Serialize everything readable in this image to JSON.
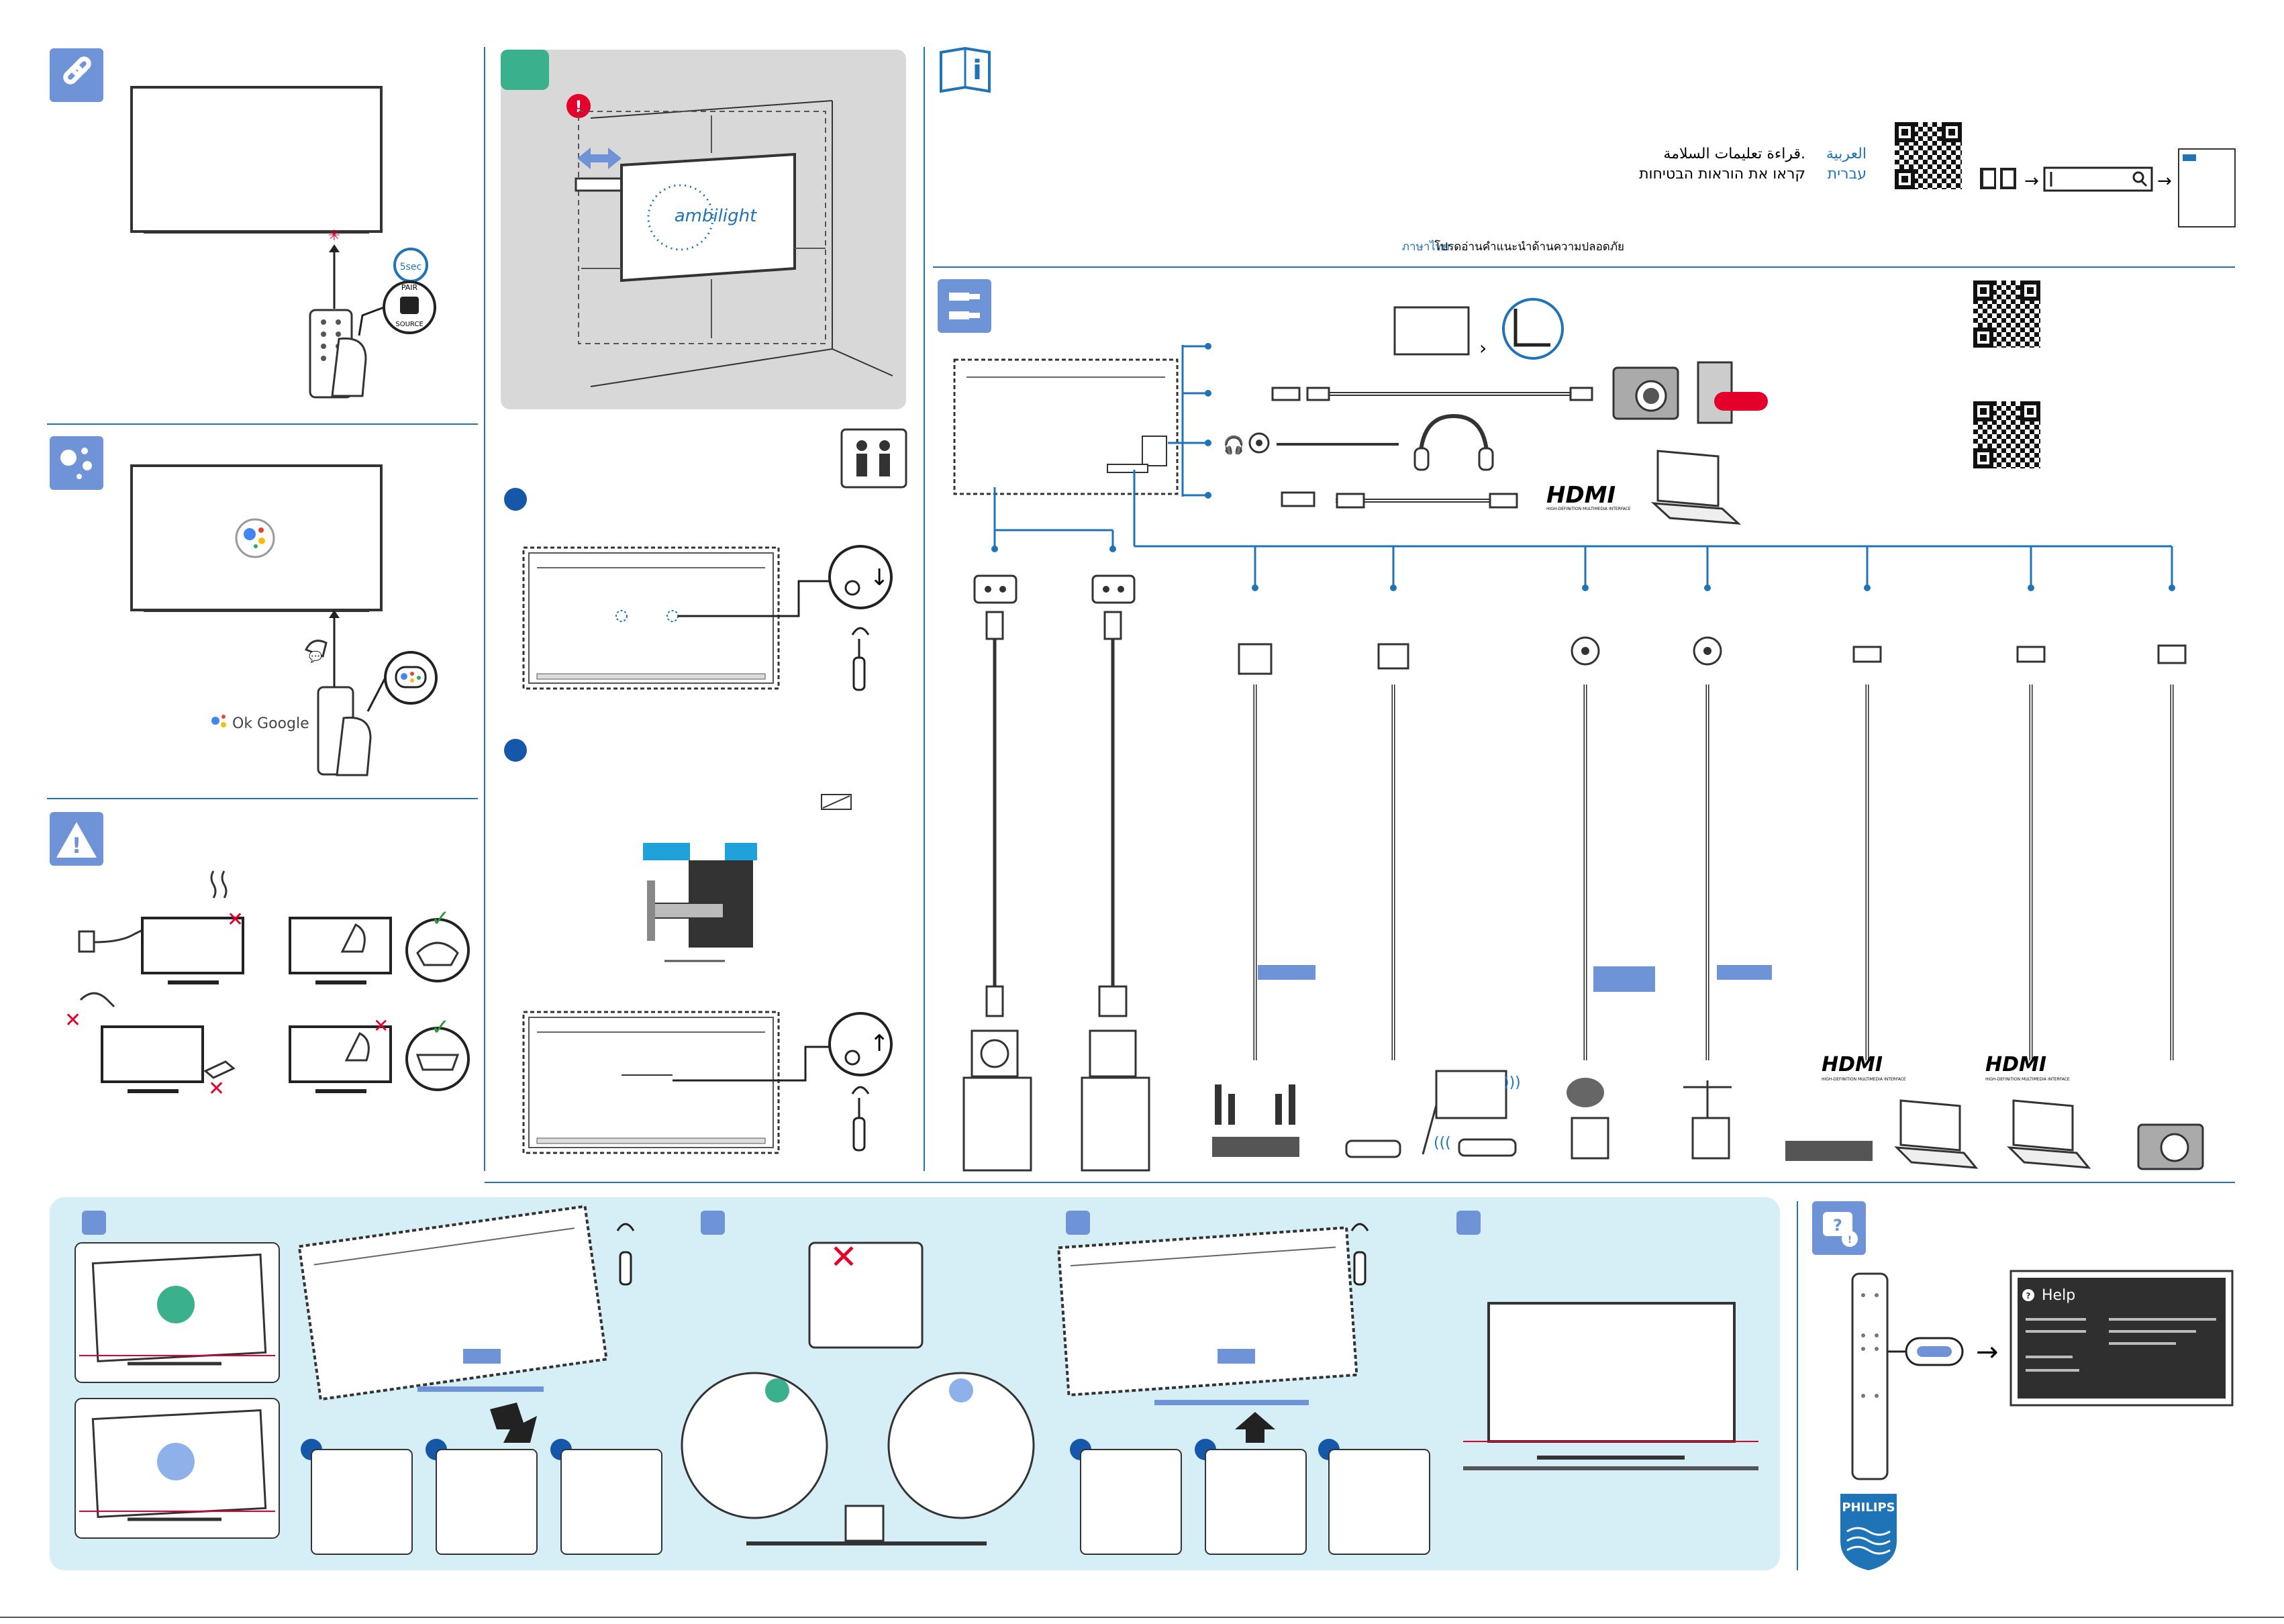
{
  "brand": {
    "name": "PHILIPS"
  },
  "ambilight": {
    "label": "ambilight"
  },
  "remote_pair": {
    "timer": "5sec",
    "pair": "PAIR",
    "source": "SOURCE"
  },
  "assistant": {
    "prompt": "Ok Google"
  },
  "safety_info": {
    "lang_ar": "العربية",
    "lang_he": "עברית",
    "text_ar": "قراءة تعليمات السلامة.",
    "text_he": "קראו את הוראות הבטיחות",
    "lang_th": "ภาษาไทย",
    "text_th": "โปรดอ่านคำแนะนำด้านความปลอดภัย"
  },
  "connections": {
    "hdmi_logo": "HDMI",
    "hdmi_tagline": "HIGH-DEFINITION MULTIMEDIA INTERFACE"
  },
  "help_screen": {
    "title": "Help"
  },
  "colors": {
    "accent_blue": "#1f73b7",
    "icon_tile": "#6e93d6",
    "step_badge": "#1557a8",
    "stand_panel_bg": "#d6eef6",
    "wall_panel_bg": "#d8d8d8",
    "teal_badge": "#3ab08c",
    "light_badge": "#8fb1ea",
    "warn_red": "#e4002b",
    "ok_green": "#2e9b3b"
  },
  "icons": [
    "link-icon",
    "assistant-icon",
    "warning-icon",
    "manual-info-icon",
    "connections-icon",
    "help-icon",
    "two-person-icon",
    "screwdriver-icon",
    "search-icon",
    "book-icon",
    "qr-code-icon"
  ]
}
